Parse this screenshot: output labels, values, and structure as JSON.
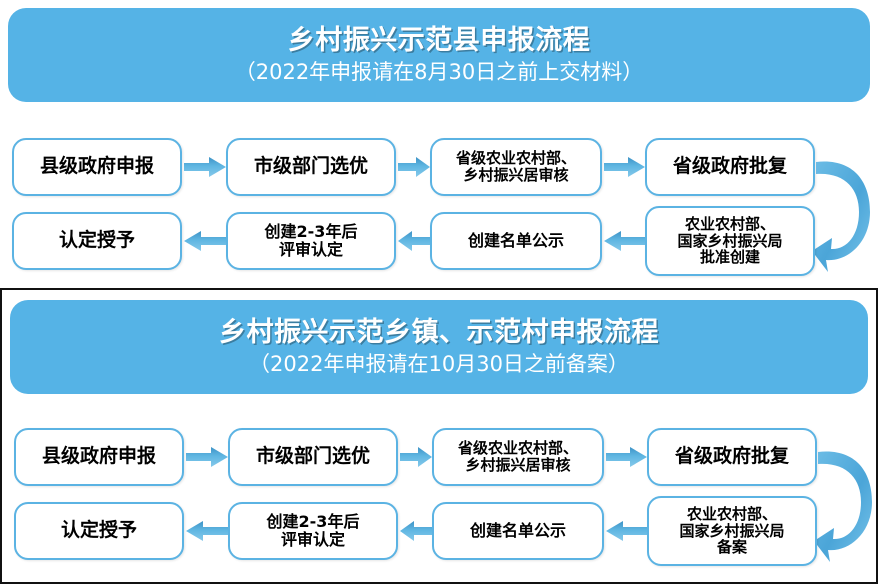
{
  "document": {
    "type": "flowchart",
    "theme_color": "#55b3e6",
    "node_border_color": "#5bb3e3",
    "arrow_color": "#4aa3d4",
    "text_color": "#000000"
  },
  "sections": [
    {
      "id": "demonstration-county",
      "banner": {
        "title": "乡村振兴示范县申报流程",
        "subtitle": "（2022年申报请在8月30日之前上交材料）"
      },
      "row1": [
        {
          "label": "县级政府申报",
          "size": "big"
        },
        {
          "label": "市级部门选优",
          "size": "big"
        },
        {
          "label": "省级农业农村部、\n乡村振兴居审核",
          "size": "small"
        },
        {
          "label": "省级政府批复",
          "size": "big"
        }
      ],
      "row2": [
        {
          "label": "认定授予",
          "size": "big"
        },
        {
          "label": "创建2-3年后\n评审认定",
          "size": "mid"
        },
        {
          "label": "创建名单公示",
          "size": "mid"
        },
        {
          "label": "农业农村部、\n国家乡村振兴局\n批准创建",
          "size": "small"
        }
      ],
      "flow_directions": {
        "row1": "left-to-right",
        "row2": "right-to-left",
        "connector": "curved-down-right"
      }
    },
    {
      "id": "demonstration-town-village",
      "banner": {
        "title": "乡村振兴示范乡镇、示范村申报流程",
        "subtitle": "（2022年申报请在10月30日之前备案）"
      },
      "row1": [
        {
          "label": "县级政府申报",
          "size": "big"
        },
        {
          "label": "市级部门选优",
          "size": "big"
        },
        {
          "label": "省级农业农村部、\n乡村振兴居审核",
          "size": "small"
        },
        {
          "label": "省级政府批复",
          "size": "big"
        }
      ],
      "row2": [
        {
          "label": "认定授予",
          "size": "big"
        },
        {
          "label": "创建2-3年后\n评审认定",
          "size": "mid"
        },
        {
          "label": "创建名单公示",
          "size": "mid"
        },
        {
          "label": "农业农村部、\n国家乡村振兴局\n备案",
          "size": "small"
        }
      ],
      "flow_directions": {
        "row1": "left-to-right",
        "row2": "right-to-left",
        "connector": "curved-down-right"
      }
    }
  ]
}
